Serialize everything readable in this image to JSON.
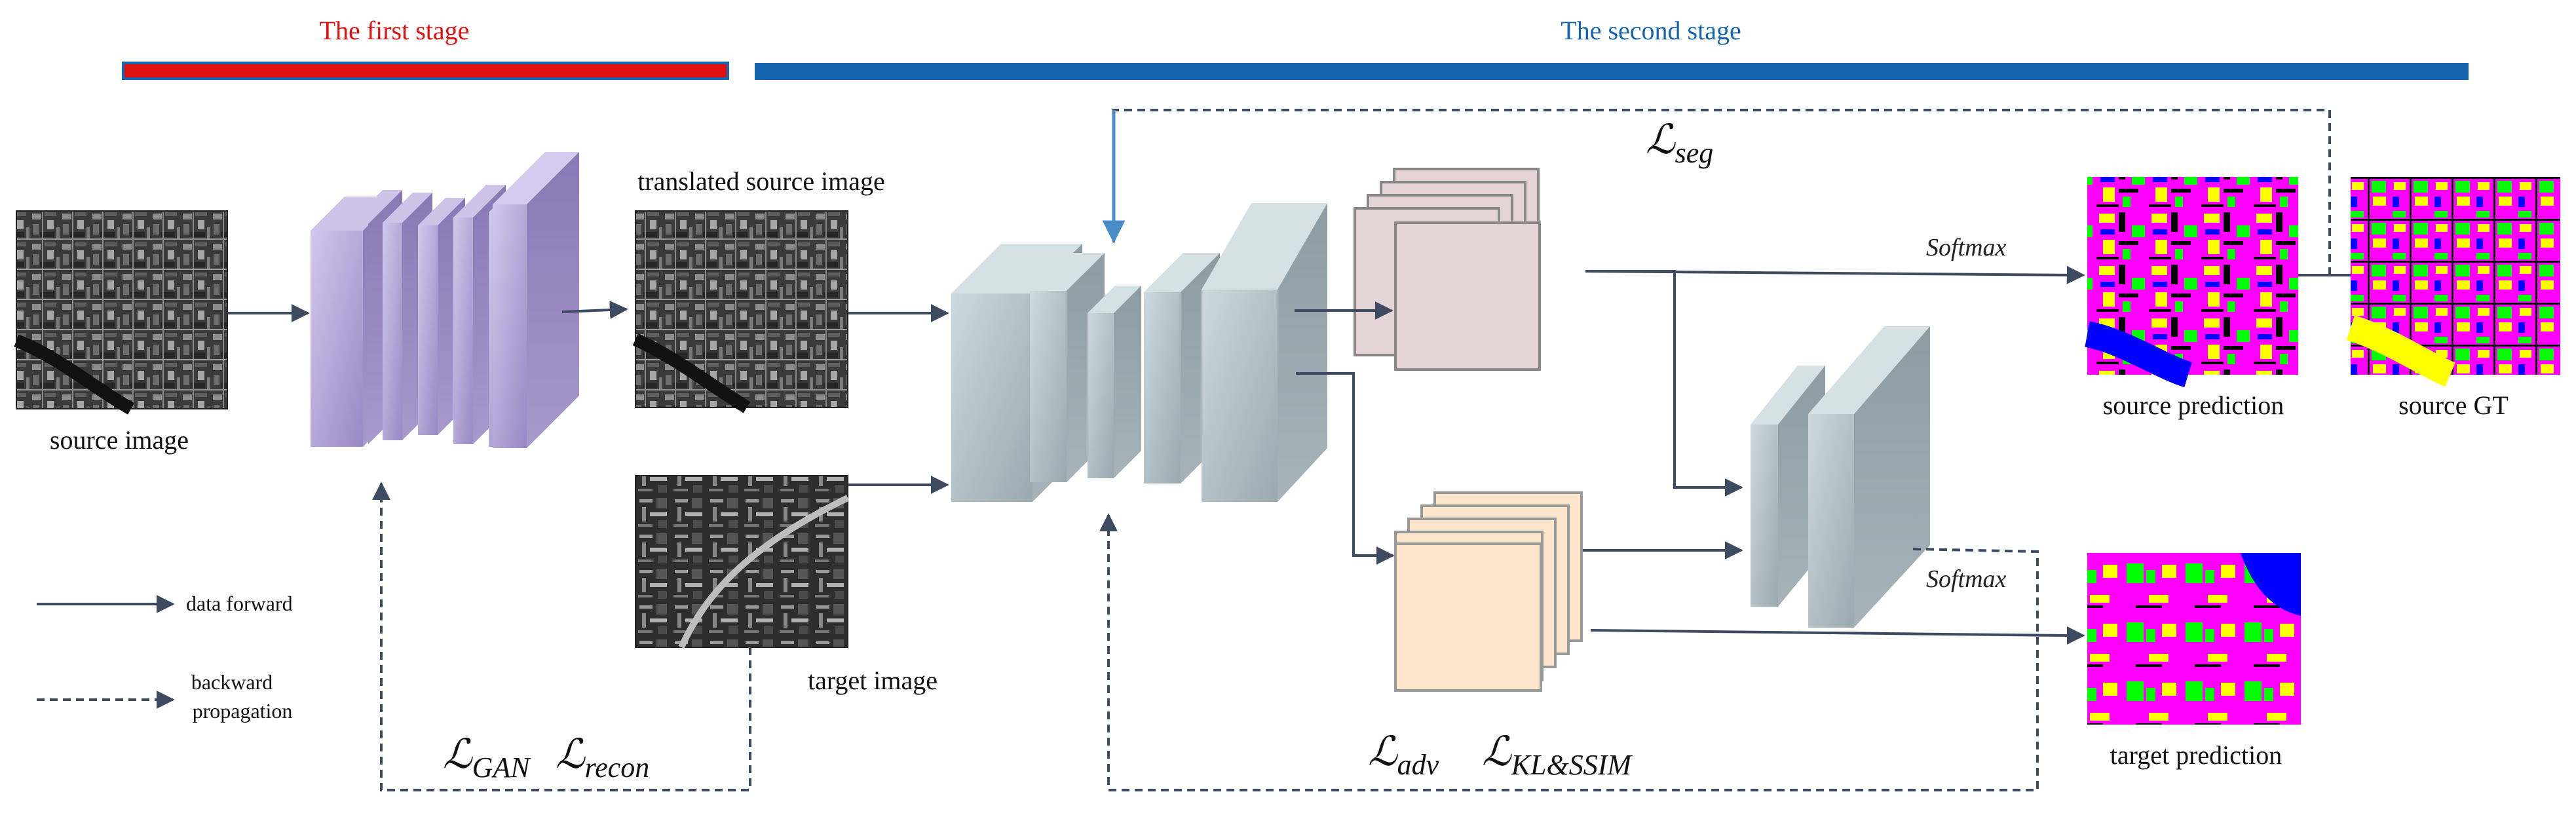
{
  "stages": {
    "first": {
      "label": "The first stage",
      "color": "#e01010"
    },
    "second": {
      "label": "The second stage",
      "color": "#1565b0"
    }
  },
  "images": {
    "source": "source image",
    "translated": "translated source image",
    "target": "target image",
    "source_prediction": "source prediction",
    "source_gt": "source GT",
    "target_prediction": "target prediction"
  },
  "losses": {
    "seg": {
      "symbol": "ℒ",
      "sub": "seg"
    },
    "gan": {
      "symbol": "ℒ",
      "sub": "GAN"
    },
    "recon": {
      "symbol": "ℒ",
      "sub": "recon"
    },
    "adv": {
      "symbol": "ℒ",
      "sub": "adv"
    },
    "kl_ssim": {
      "symbol": "ℒ",
      "sub": "KL&SSIM"
    }
  },
  "ops": {
    "softmax_top": "Softmax",
    "softmax_bottom": "Softmax"
  },
  "legend": {
    "forward": "data forward",
    "backward_line1": "backward",
    "backward_line2": "propagation"
  },
  "colors": {
    "translator": "#b4a6d6",
    "segmenter": "#b4c4cc",
    "feature_source": "#e4d4d8",
    "feature_target": "#fde5cc",
    "arrow": "#3d4a60",
    "seg_arrow": "#4a8cc8"
  }
}
